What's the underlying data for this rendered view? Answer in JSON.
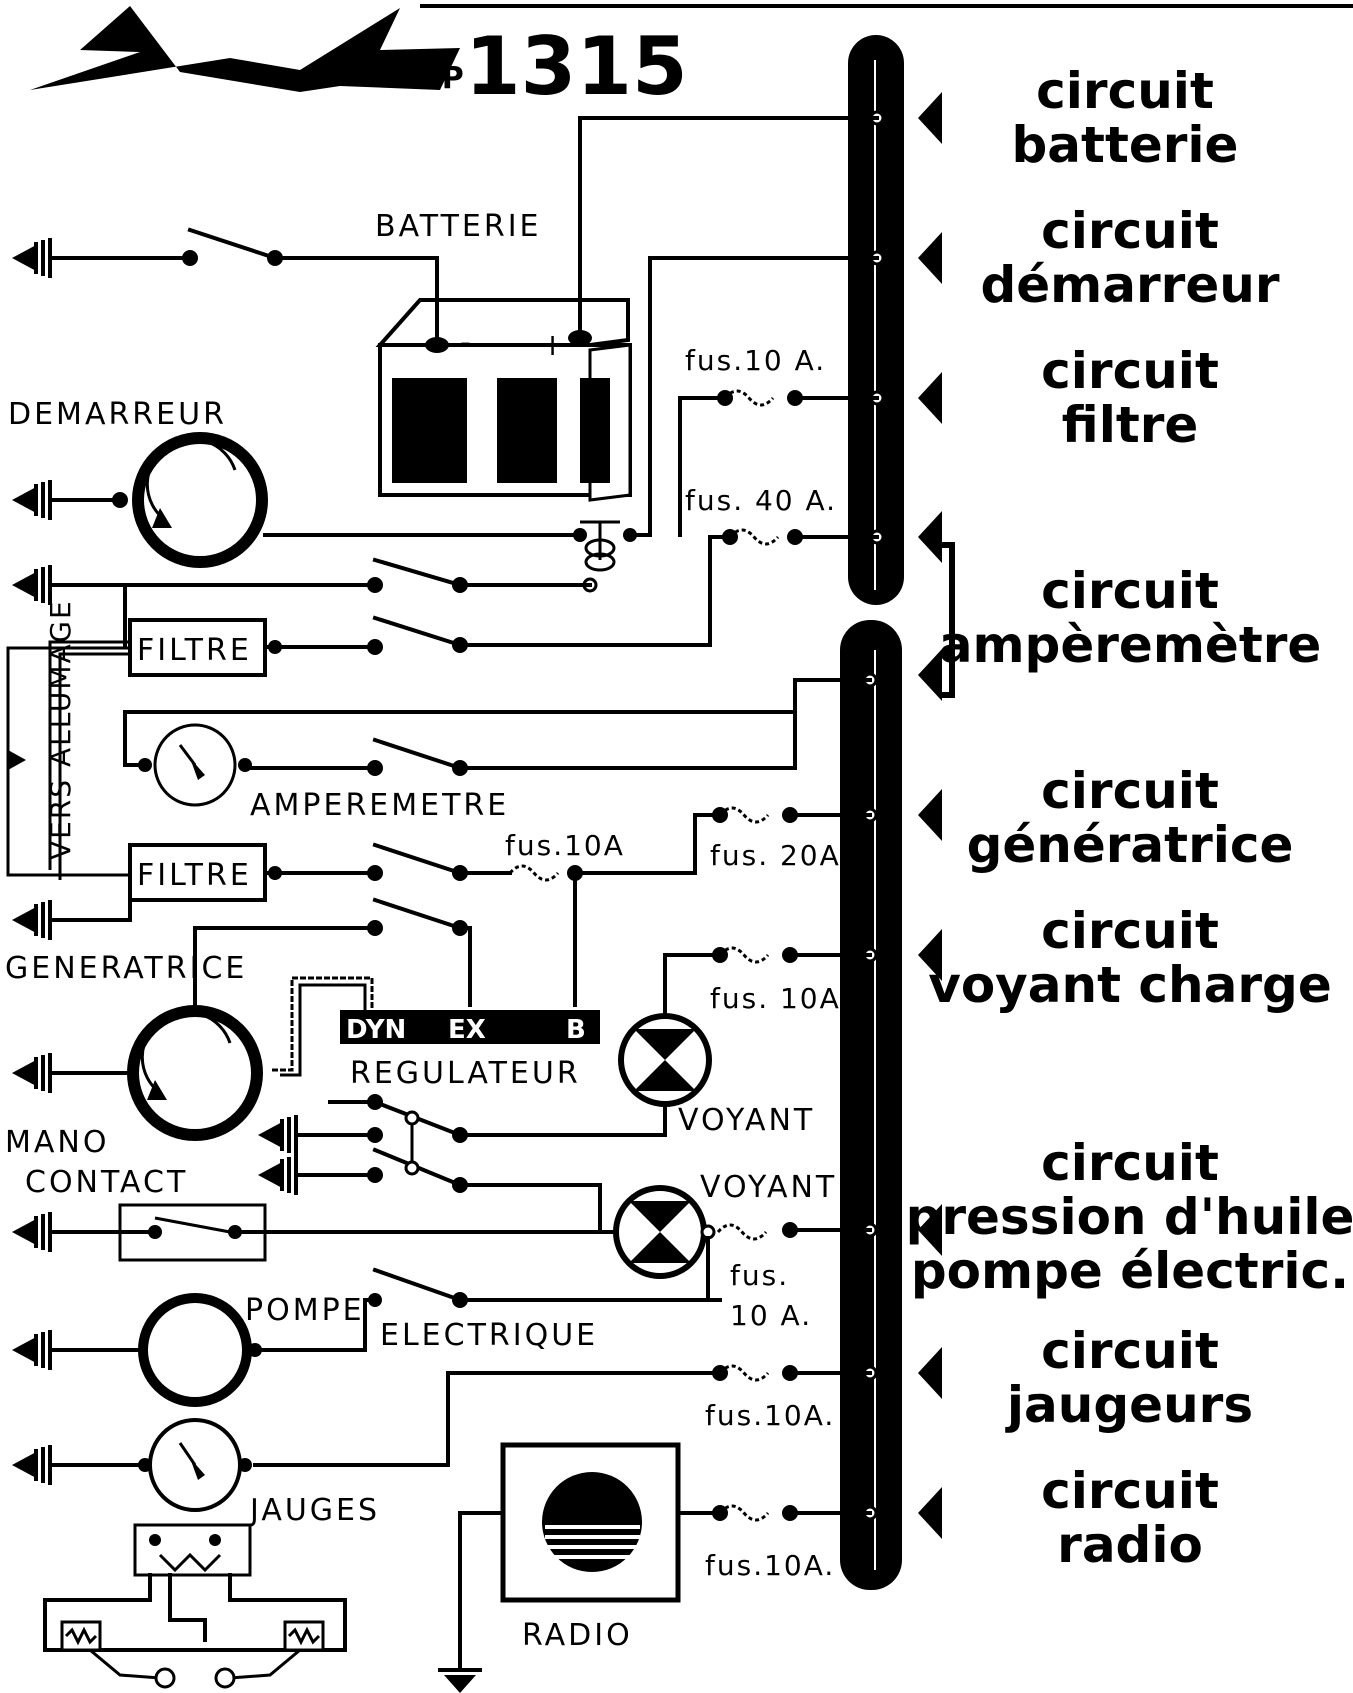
{
  "header": {
    "model": "1315",
    "brand": "cP"
  },
  "components": {
    "batterie": "BATTERIE",
    "battery_minus": "-",
    "battery_plus": "+",
    "demarreur": "DEMARREUR",
    "filtre_1": "FILTRE",
    "filtre_2": "FILTRE",
    "vers_allumage": "VERS ALLUMAGE",
    "amperemetre": "AMPEREMETRE",
    "generatrice": "GENERATRICE",
    "regulateur": "REGULATEUR",
    "reg_dyn": "DYN",
    "reg_ex": "EX",
    "reg_b": "B",
    "voyant_1": "VOYANT",
    "voyant_2": "VOYANT",
    "mano": "MANO",
    "contact": "CONTACT",
    "pompe": "POMPE",
    "electrique": "ELECTRIQUE",
    "jauges": "JAUGES",
    "radio": "RADIO"
  },
  "fuses": {
    "f1": "fus.10 A.",
    "f2": "fus. 40 A.",
    "f3": "fus.10A",
    "f4": "fus. 20A",
    "f5": "fus. 10A.",
    "f6a": "fus.",
    "f6b": "10 A.",
    "f7": "fus.10A.",
    "f8": "fus.10A."
  },
  "circuits": [
    {
      "l1": "circuit",
      "l2": "batterie"
    },
    {
      "l1": "circuit",
      "l2": "démarreur"
    },
    {
      "l1": "circuit",
      "l2": "filtre"
    },
    {
      "l1": "circuit",
      "l2": "ampèremètre"
    },
    {
      "l1": "circuit",
      "l2": "génératrice"
    },
    {
      "l1": "circuit",
      "l2": "voyant charge"
    },
    {
      "l1": "circuit",
      "l2": "pression d'huile",
      "l3": "pompe électric."
    },
    {
      "l1": "circuit",
      "l2": "jaugeurs"
    },
    {
      "l1": "circuit",
      "l2": "radio"
    }
  ]
}
